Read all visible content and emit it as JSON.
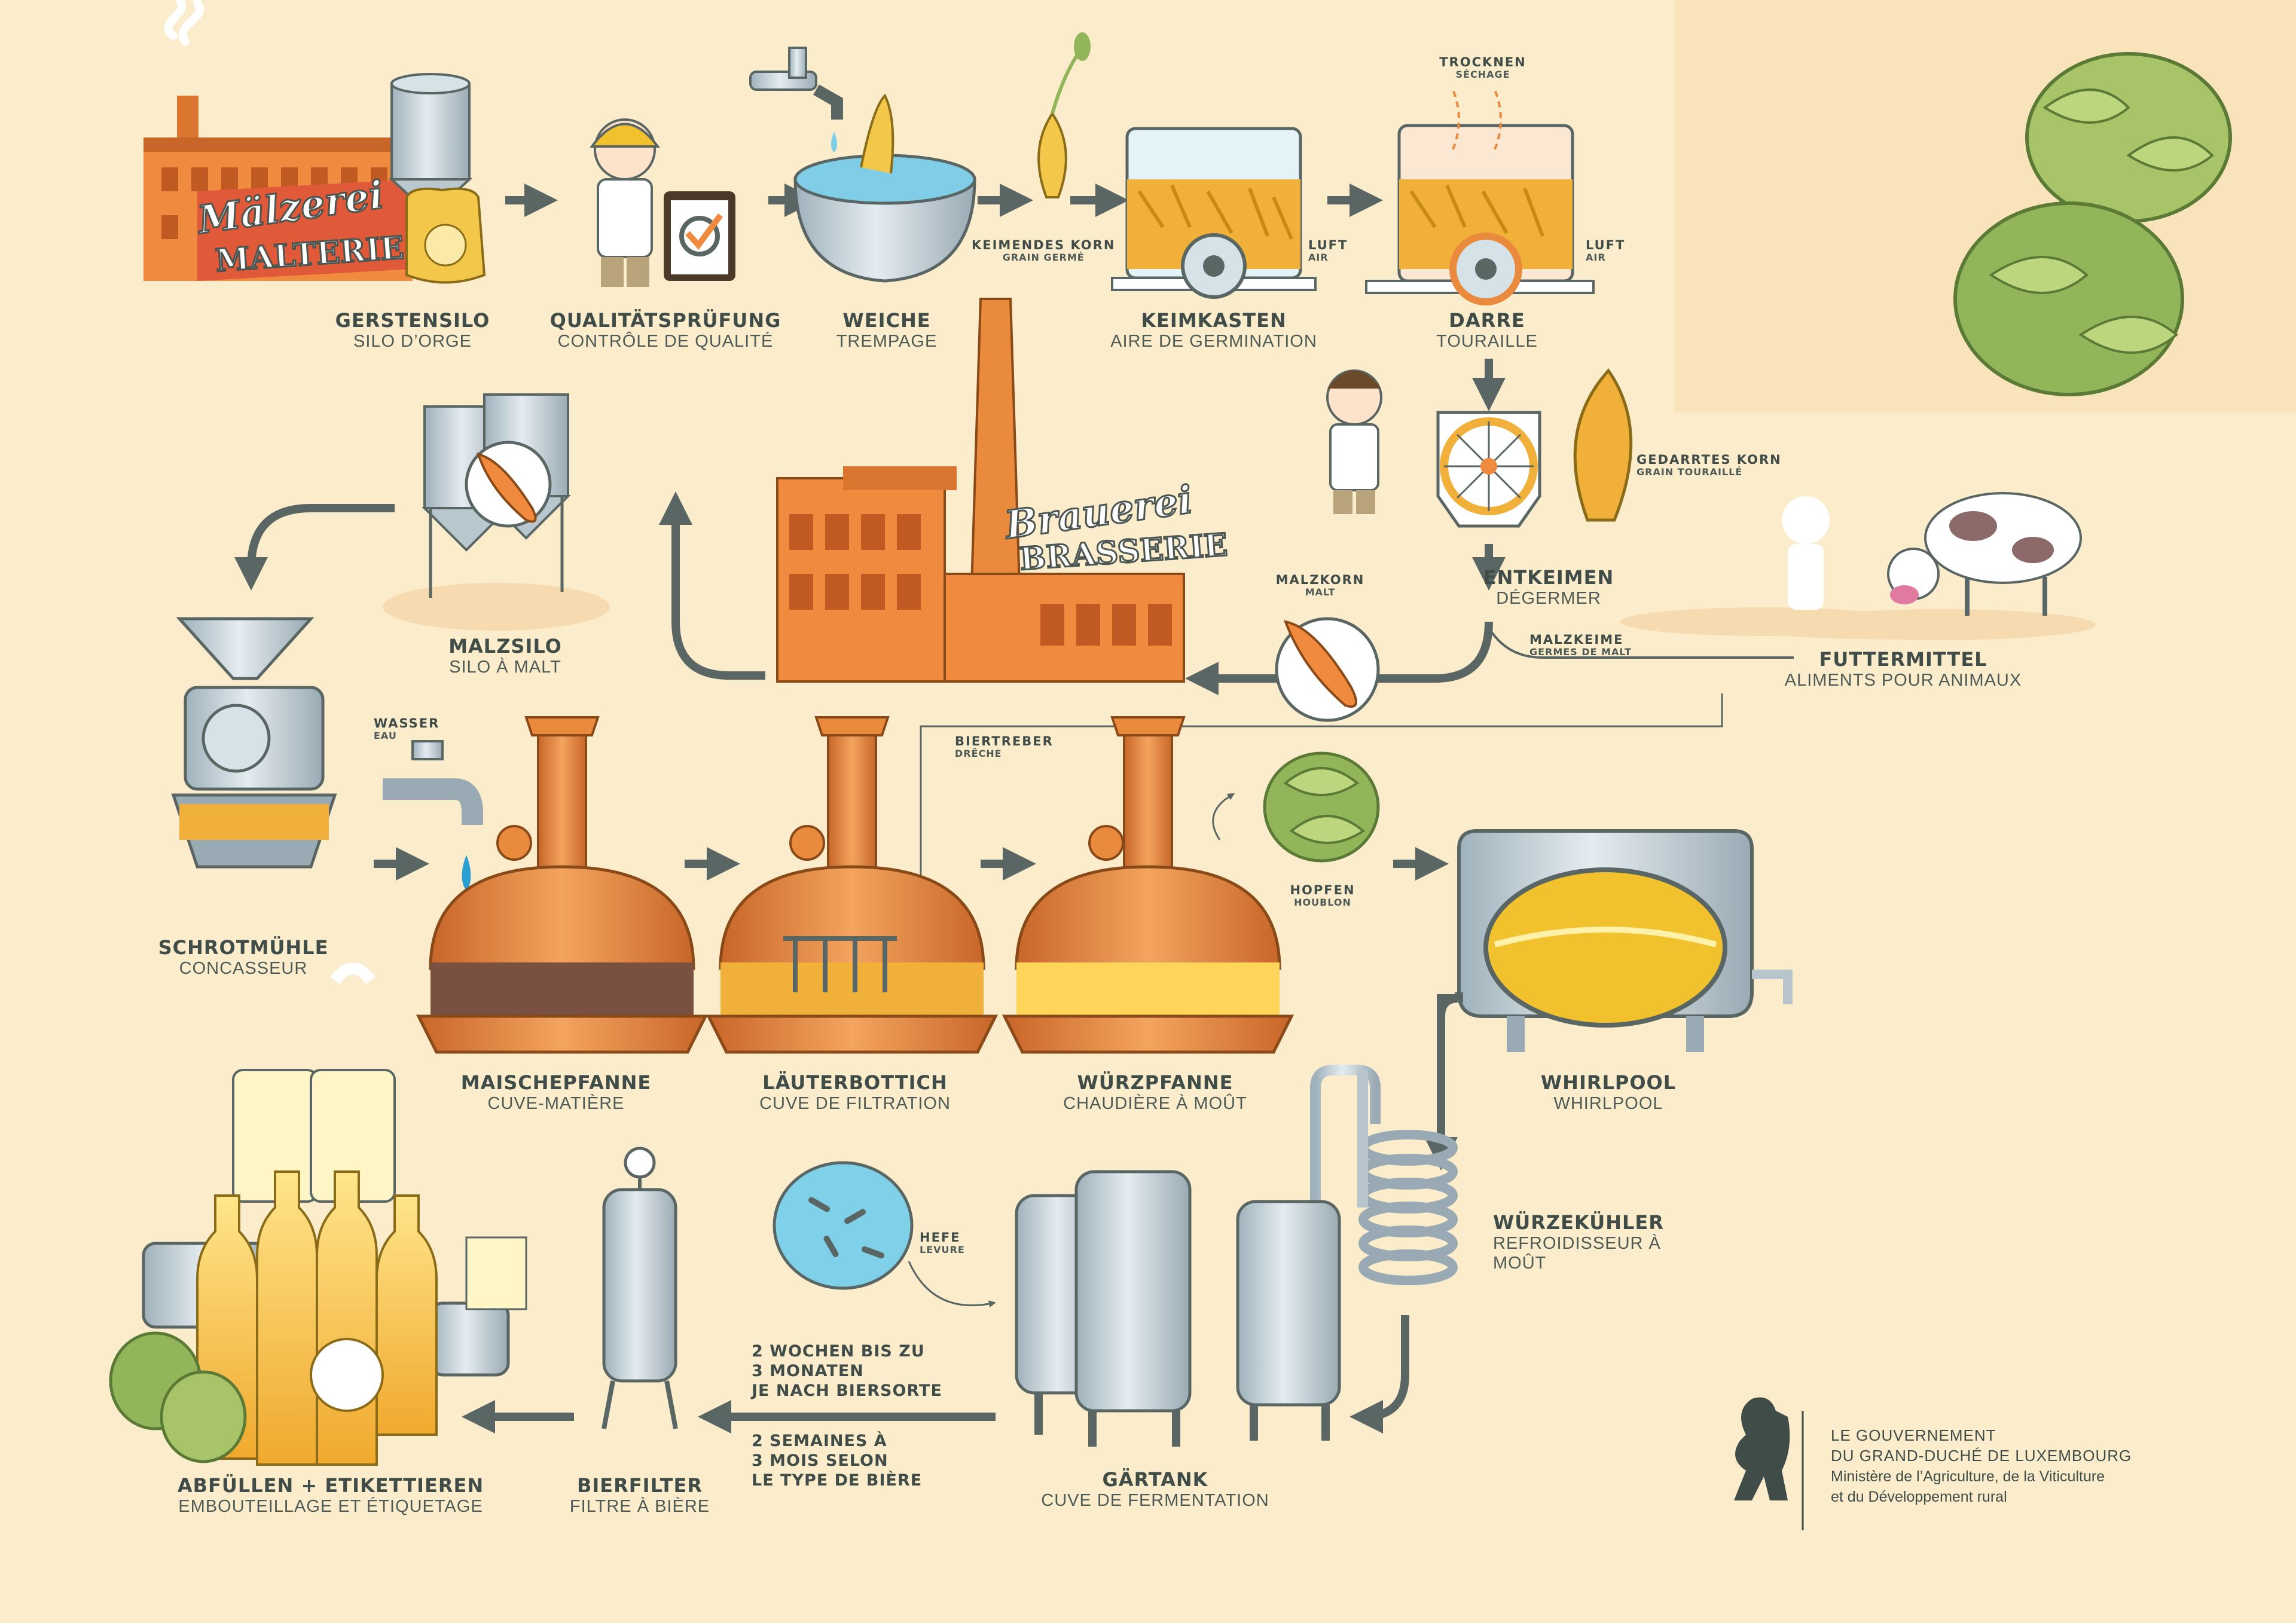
{
  "colors": {
    "background": "#fbeccb",
    "arrow": "#5a6663",
    "copper": "#e98a3c",
    "hop_green": "#93b55a",
    "steel": "#b9c5cc",
    "water": "#7fcde6",
    "malt": "#f0b03a",
    "text": "#3f4c48"
  },
  "signs": {
    "malting_plant": {
      "line1": "Mälzerei",
      "line2": "MALTERIE"
    },
    "brewery": {
      "line1": "Brauerei",
      "line2": "BRASSERIE"
    }
  },
  "stations": {
    "gerstensilo": {
      "de": "GERSTENSILO",
      "fr": "SILO D’ORGE"
    },
    "qualitaet": {
      "de": "QUALITÄTSPRÜFUNG",
      "fr": "CONTRÔLE DE QUALITÉ"
    },
    "weiche": {
      "de": "WEICHE",
      "fr": "TREMPAGE"
    },
    "keimkasten": {
      "de": "KEIMKASTEN",
      "fr": "AIRE DE GERMINATION"
    },
    "darre": {
      "de": "DARRE",
      "fr": "TOURAILLE"
    },
    "entkeimen": {
      "de": "ENTKEIMEN",
      "fr": "DÉGERMER"
    },
    "futtermittel": {
      "de": "FUTTERMITTEL",
      "fr": "ALIMENTS POUR ANIMAUX"
    },
    "malzsilo": {
      "de": "MALZSILO",
      "fr": "SILO À MALT"
    },
    "schrotmuehle": {
      "de": "SCHROTMÜHLE",
      "fr": "CONCASSEUR"
    },
    "maischpfanne": {
      "de": "MAISCHEPFANNE",
      "fr": "CUVE-MATIÈRE"
    },
    "laeuterbottich": {
      "de": "LÄUTERBOTTICH",
      "fr": "CUVE DE FILTRATION"
    },
    "wuerzpfanne": {
      "de": "WÜRZPFANNE",
      "fr": "CHAUDIÈRE À MOÛT"
    },
    "whirlpool": {
      "de": "WHIRLPOOL",
      "fr": "WHIRLPOOL"
    },
    "wuerzekuehler": {
      "de": "WÜRZEKÜHLER",
      "fr": "REFROIDISSEUR À",
      "fr2": "MOÛT"
    },
    "gaertank": {
      "de": "GÄRTANK",
      "fr": "CUVE DE FERMENTATION"
    },
    "bierfilter": {
      "de": "BIERFILTER",
      "fr": "FILTRE À BIÈRE"
    },
    "abfuellen": {
      "de": "ABFÜLLEN + ETIKETTIEREN",
      "fr": "EMBOUTEILLAGE ET ÉTIQUETAGE"
    }
  },
  "small_labels": {
    "keimendes_korn": {
      "de": "KEIMENDES KORN",
      "fr": "GRAIN GERMÉ"
    },
    "luft_1": {
      "de": "LUFT",
      "fr": "AIR"
    },
    "luft_2": {
      "de": "LUFT",
      "fr": "AIR"
    },
    "trocknen": {
      "de": "TROCKNEN",
      "fr": "SÉCHAGE"
    },
    "gedarrtes_korn": {
      "de": "GEDARRTES KORN",
      "fr": "GRAIN TOURAILLÉ"
    },
    "malzkorn": {
      "de": "MALZKORN",
      "fr": "MALT"
    },
    "malzkeime": {
      "de": "MALZKEIME",
      "fr": "GERMES DE MALT"
    },
    "wasser": {
      "de": "WASSER",
      "fr": "EAU"
    },
    "biertreber": {
      "de": "BIERTREBER",
      "fr": "DRÊCHE"
    },
    "hopfen": {
      "de": "HOPFEN",
      "fr": "HOUBLON"
    },
    "hefe": {
      "de": "HEFE",
      "fr": "LEVURE"
    }
  },
  "durations": {
    "de": [
      "2 WOCHEN BIS ZU",
      "3 MONATEN",
      "JE NACH BIERSORTE"
    ],
    "fr": [
      "2 SEMAINES À",
      "3 MOIS SELON",
      "LE TYPE DE BIÈRE"
    ]
  },
  "government": {
    "line1": "LE GOUVERNEMENT",
    "line2": "DU GRAND-DUCHÉ DE LUXEMBOURG",
    "line3": "Ministère de l’Agriculture, de la Viticulture",
    "line4": "et du Développement rural"
  }
}
